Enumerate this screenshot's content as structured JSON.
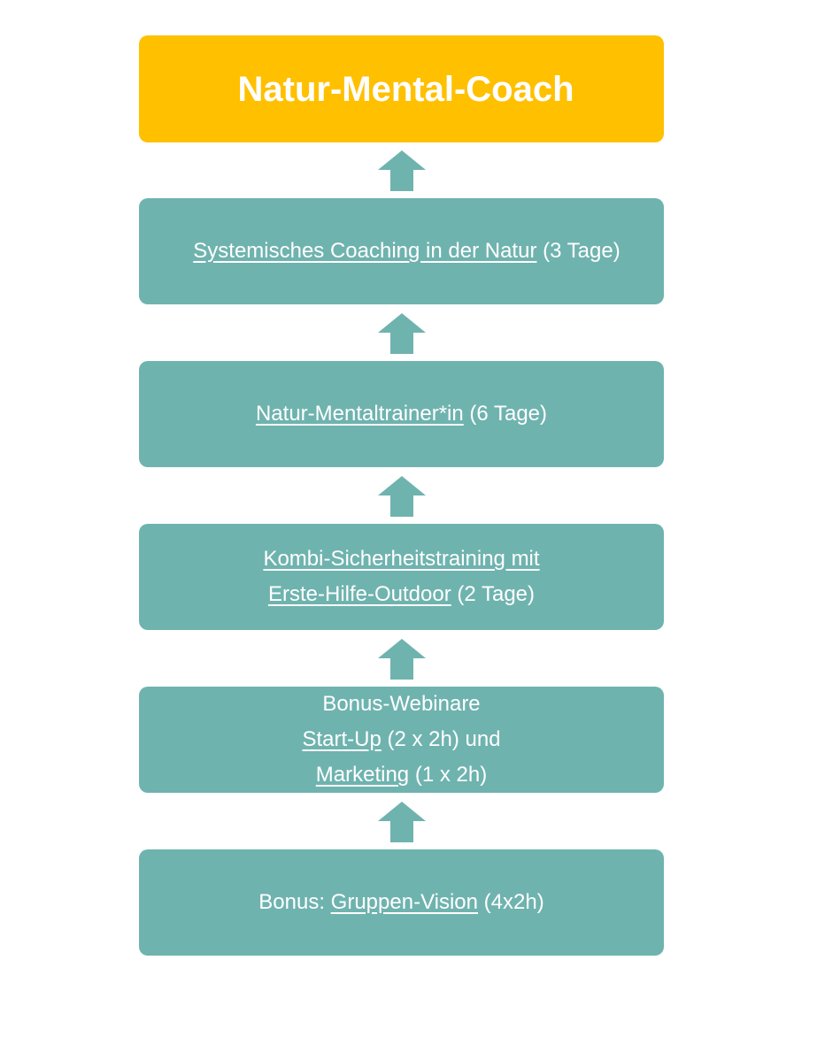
{
  "title": "Natur-Mental-Coach",
  "colors": {
    "title_bg": "#ffc000",
    "step_bg": "#6fb3af",
    "text": "#ffffff",
    "arrow": "#6fb3af"
  },
  "steps": [
    {
      "link": "Systemisches Coaching in der Natur",
      "suffix": "(3 Tage)"
    },
    {
      "link": "Natur-Mentaltrainer*in",
      "suffix": "(6 Tage)"
    },
    {
      "link_line1": "Kombi-Sicherheitstraining mit",
      "link_line2": "Erste-Hilfe-Outdoor",
      "suffix": "(2 Tage)"
    },
    {
      "heading": "Bonus-Webinare",
      "link1": "Start-Up",
      "suffix1": "(2 x 2h) und",
      "link2": "Marketing",
      "suffix2": "(1 x 2h)"
    },
    {
      "prefix": "Bonus:",
      "link": "Gruppen-Vision",
      "suffix": "(4x2h)"
    }
  ],
  "arrow_icon": "up-arrow-icon"
}
